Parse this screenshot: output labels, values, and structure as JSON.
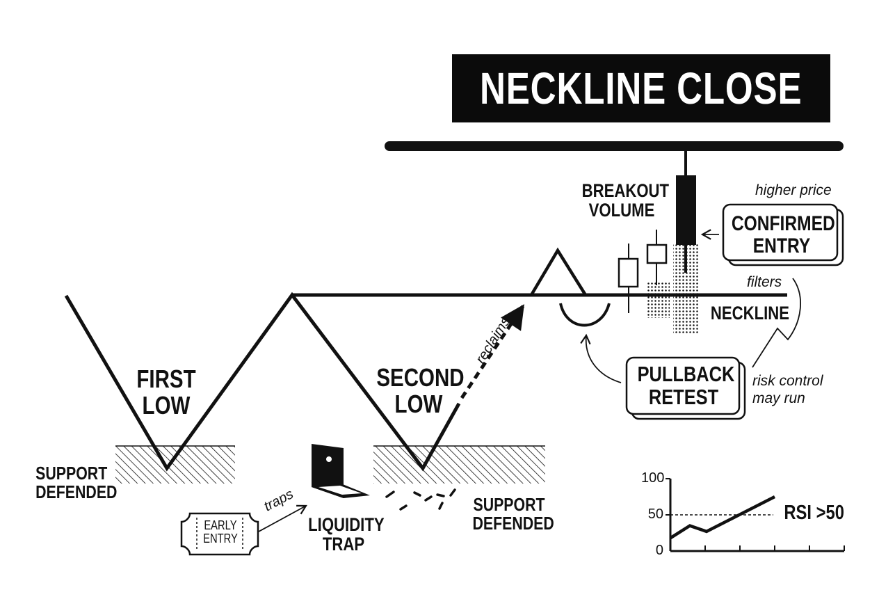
{
  "title": "NECKLINE CLOSE",
  "labels": {
    "first_low": [
      "FIRST",
      "LOW"
    ],
    "second_low": [
      "SECOND",
      "LOW"
    ],
    "support_left": [
      "SUPPORT",
      "DEFENDED"
    ],
    "support_right": [
      "SUPPORT",
      "DEFENDED"
    ],
    "liquidity_trap": [
      "LIQUIDITY",
      "TRAP"
    ],
    "early_entry": [
      "EARLY",
      "ENTRY"
    ],
    "traps": "traps",
    "reclaims": "reclaims",
    "breakout_volume": [
      "BREAKOUT",
      "VOLUME"
    ],
    "confirmed_entry": [
      "CONFIRMED",
      "ENTRY"
    ],
    "higher_price": "higher price",
    "filters": "filters",
    "neckline": "NECKLINE",
    "pullback_retest": [
      "PULLBACK",
      "RETEST"
    ],
    "risk_control": [
      "risk control",
      "may run"
    ]
  },
  "rsi_chart": {
    "y_ticks": [
      "100",
      "50",
      "0"
    ],
    "label": "RSI >50",
    "threshold": 50,
    "values": [
      18,
      35,
      27,
      75
    ]
  },
  "colors": {
    "ink": "#111111",
    "paper": "#ffffff",
    "banner": "#0b0b0b"
  }
}
